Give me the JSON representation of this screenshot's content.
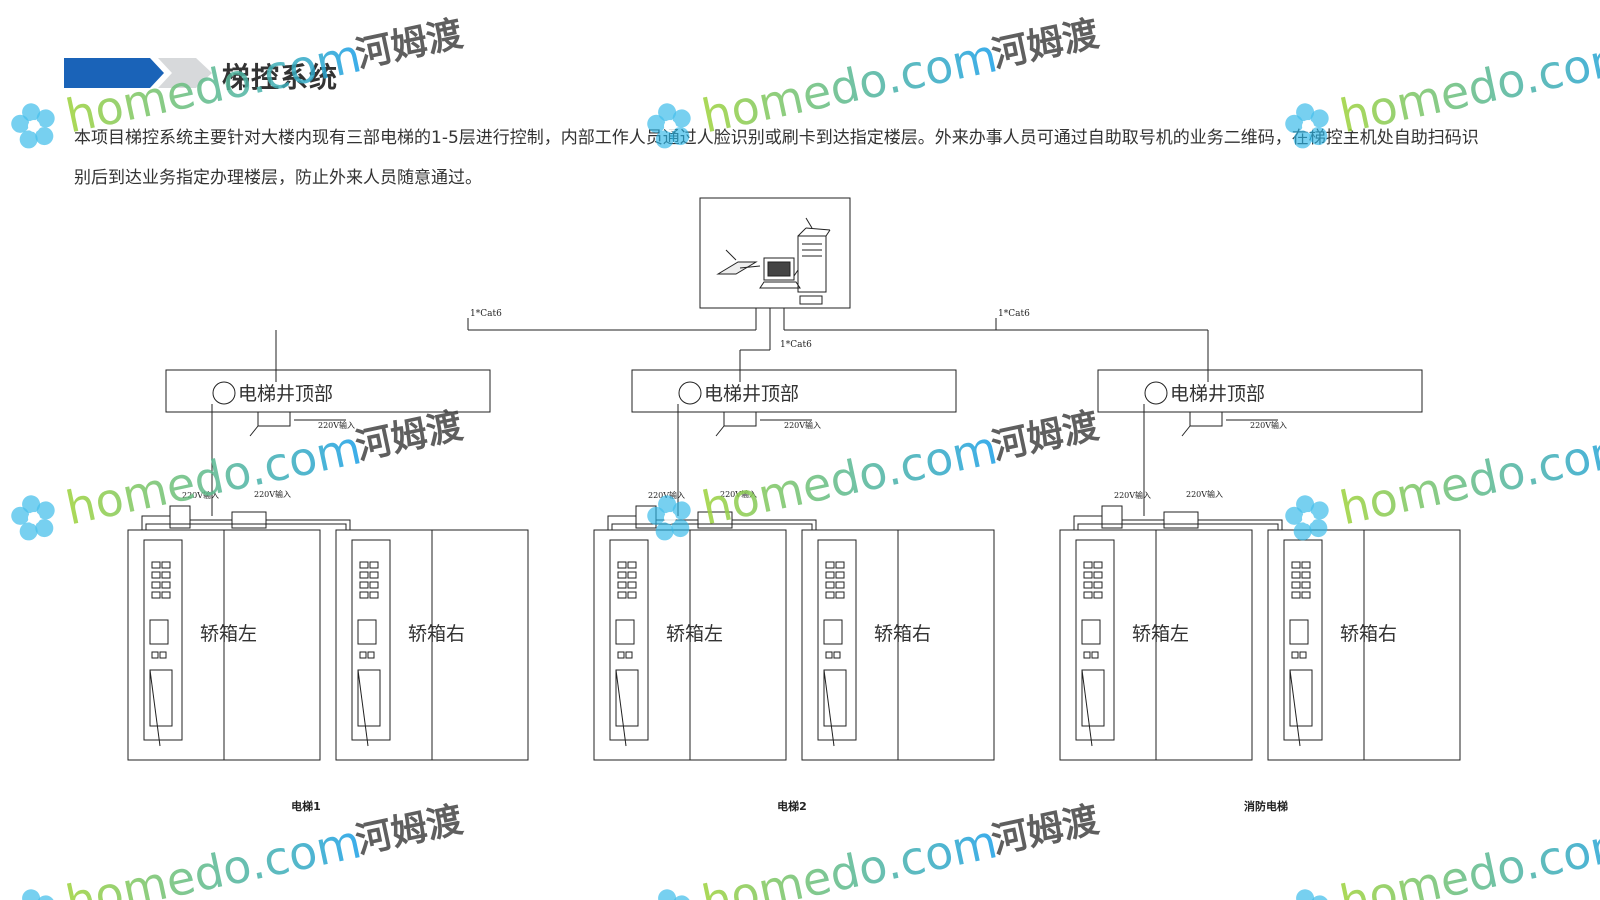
{
  "title": "梯控系统",
  "intro": "本项目梯控系统主要针对大楼内现有三部电梯的1-5层进行控制，内部工作人员通过人脸识别或刷卡到达指定楼层。外来办事人员可通过自助取号机的业务二维码，在梯控主机处自助扫码识别后到达业务指定办理楼层，防止外来人员随意通过。",
  "diagram": {
    "cable_label": "1*Cat6",
    "shaft_top_label": "电梯井顶部",
    "power_label": "220V输入",
    "car_left_label": "轿箱左",
    "car_right_label": "轿箱右",
    "elevators": [
      {
        "label": "电梯1"
      },
      {
        "label": "电梯2"
      },
      {
        "label": "消防电梯"
      }
    ]
  },
  "watermark": {
    "brand": "homedo.com",
    "cn": "河姆渡",
    "colors": {
      "blue": "#1aa0e8",
      "green": "#9ed33a",
      "flower": "#29b6e8"
    }
  },
  "colors": {
    "header_blue": "#1a63b8",
    "header_grey": "#d7d9db"
  }
}
